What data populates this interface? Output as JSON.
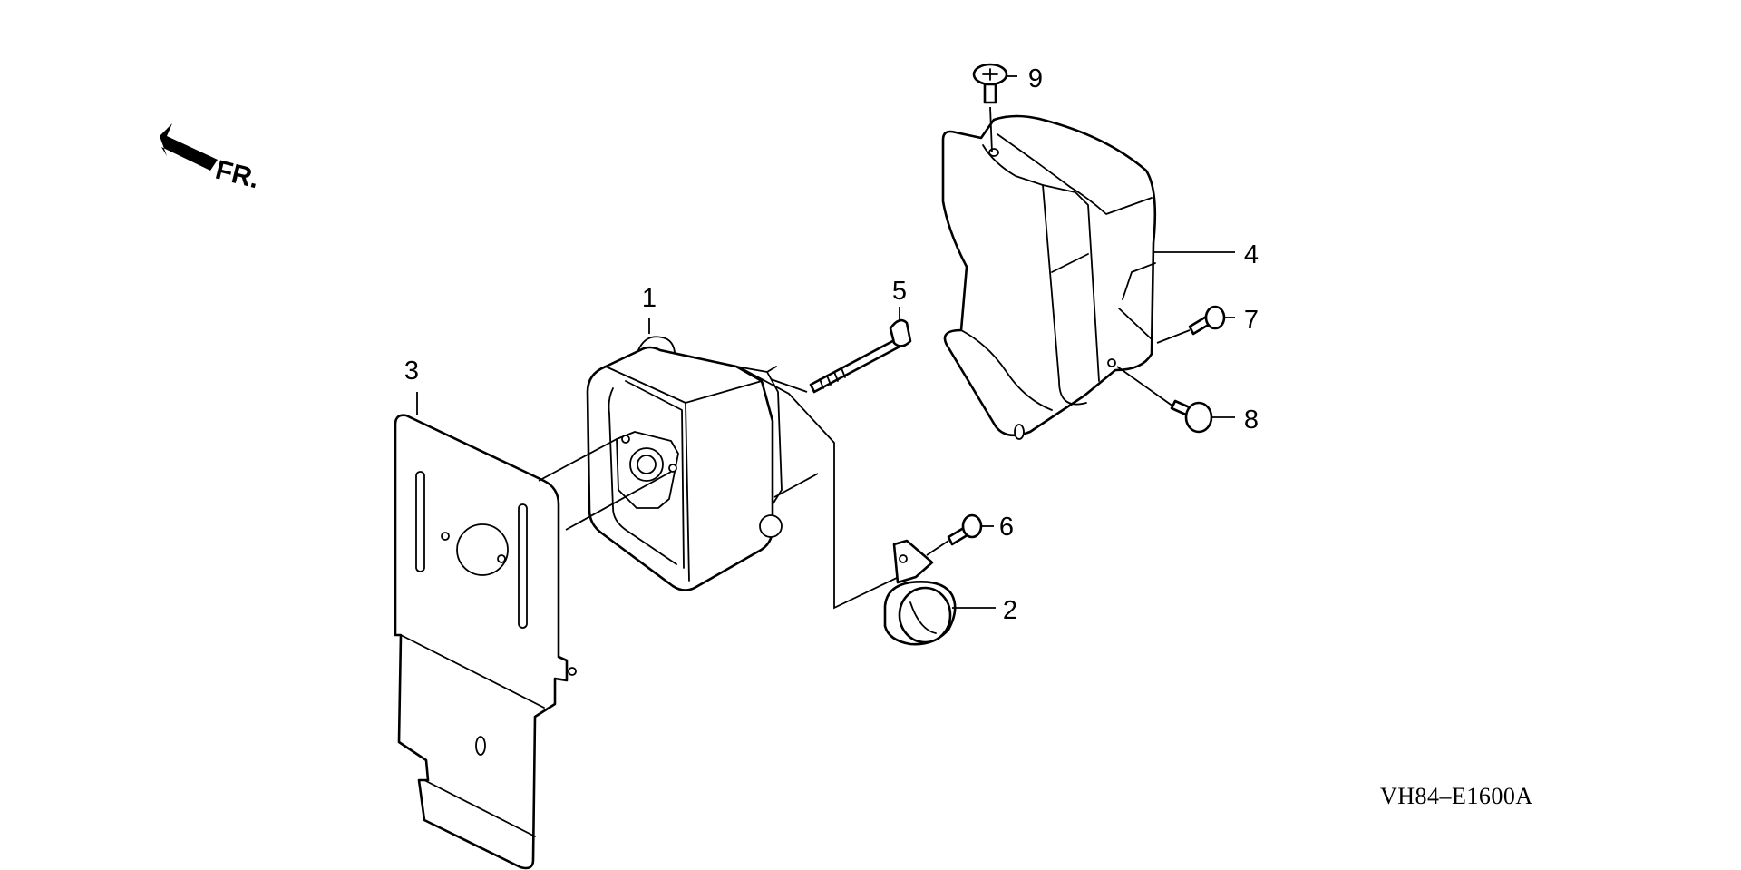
{
  "diagram": {
    "front_indicator": "FR.",
    "reference_code": "VH84–E1600A",
    "callouts": [
      {
        "id": "1",
        "part": "muffler"
      },
      {
        "id": "2",
        "part": "spark-arrester-cap"
      },
      {
        "id": "3",
        "part": "muffler-heat-plate"
      },
      {
        "id": "4",
        "part": "muffler-protector-cover"
      },
      {
        "id": "5",
        "part": "muffler-long-bolt"
      },
      {
        "id": "6",
        "part": "cap-screw"
      },
      {
        "id": "7",
        "part": "cover-screw"
      },
      {
        "id": "8",
        "part": "flange-bolt"
      },
      {
        "id": "9",
        "part": "top-screw"
      }
    ]
  }
}
